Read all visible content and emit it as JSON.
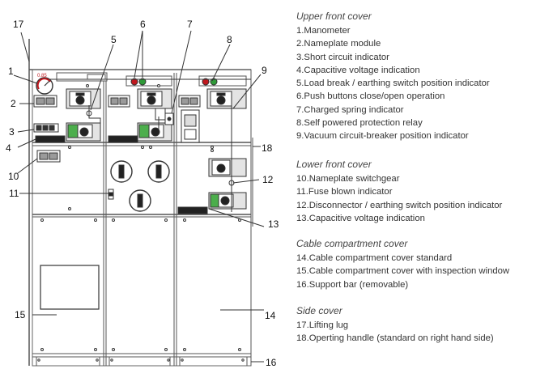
{
  "callouts": [
    "1",
    "2",
    "3",
    "4",
    "5",
    "6",
    "7",
    "8",
    "9",
    "10",
    "11",
    "12",
    "13",
    "14",
    "15",
    "16",
    "17",
    "18"
  ],
  "dial_label": "0.85",
  "legend": {
    "sections": [
      {
        "heading": "Upper front cover",
        "items": [
          "1.Manometer",
          "2.Nameplate module",
          "3.Short circuit indicator",
          "4.Capacitive voltage indication",
          "5.Load break / earthing switch position indicator",
          "6.Push buttons close/open operation",
          "7.Charged spring indicator",
          "8.Self powered protection relay",
          "9.Vacuum circuit-breaker position indicator"
        ]
      },
      {
        "heading": "Lower front cover",
        "items": [
          "10.Nameplate switchgear",
          "11.Fuse blown indicator",
          "12.Disconnector / earthing switch position indicator",
          "13.Capacitive voltage indication"
        ]
      },
      {
        "heading": "Cable compartment cover",
        "items": [
          "14.Cable compartment cover standard",
          "15.Cable compartment cover with inspection window",
          "16.Support bar (removable)"
        ]
      },
      {
        "heading": "Side cover",
        "items": [
          "17.Lifting lug",
          "18.Operting handle (standard on right hand side)"
        ]
      }
    ]
  },
  "colors": {
    "button_red": "#c0181e",
    "button_green": "#2e9a38",
    "indicator_green": "#4cae4c",
    "panel_fill": "#ffffff",
    "recess_fill": "#e4e4e4",
    "line": "#333333"
  }
}
